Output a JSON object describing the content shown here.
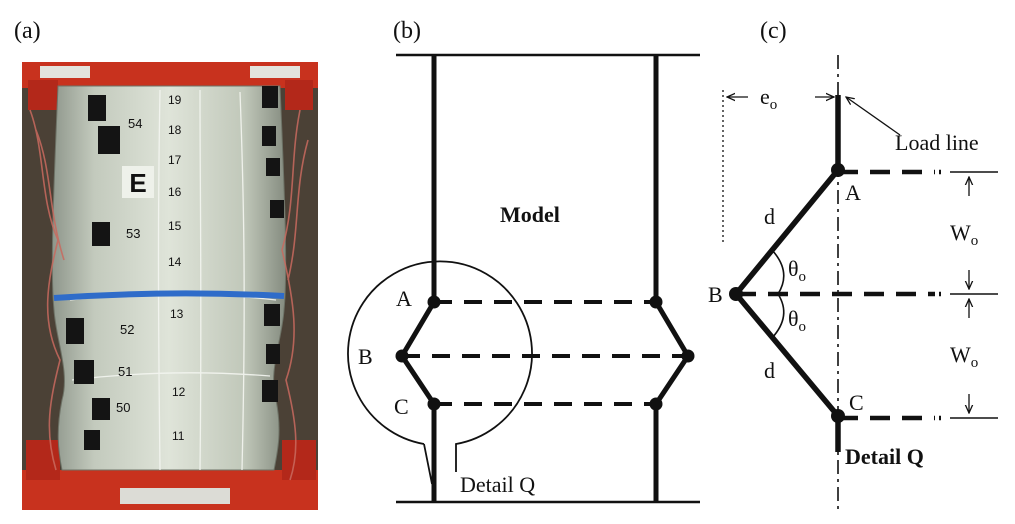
{
  "panels": {
    "a": {
      "label": "(a)"
    },
    "b": {
      "label": "(b)",
      "model_label": "Model",
      "node_a": "A",
      "node_b": "B",
      "node_c": "C",
      "detail_label": "Detail Q"
    },
    "c": {
      "label": "(c)",
      "eccentricity": "e",
      "eccentricity_sub": "o",
      "load_line": "Load line",
      "node_a": "A",
      "node_b": "B",
      "node_c": "C",
      "length_upper": "d",
      "length_lower": "d",
      "angle_upper": "θ",
      "angle_upper_sub": "o",
      "angle_lower": "θ",
      "angle_lower_sub": "o",
      "width_upper": "W",
      "width_upper_sub": "o",
      "width_lower": "W",
      "width_lower_sub": "o",
      "detail_label": "Detail Q"
    }
  },
  "photo": {
    "panel_letter": "E",
    "scale_numbers_left": [
      "54",
      "53",
      "52",
      "51",
      "50"
    ],
    "scale_numbers_right": [
      "19",
      "18",
      "17",
      "16",
      "15",
      "14",
      "13",
      "12",
      "11"
    ],
    "colors": {
      "frame_red": "#c8321e",
      "specimen_surface": "#c9d0c2",
      "band_blue": "#2f6cc9",
      "tape_black": "#141414"
    }
  }
}
